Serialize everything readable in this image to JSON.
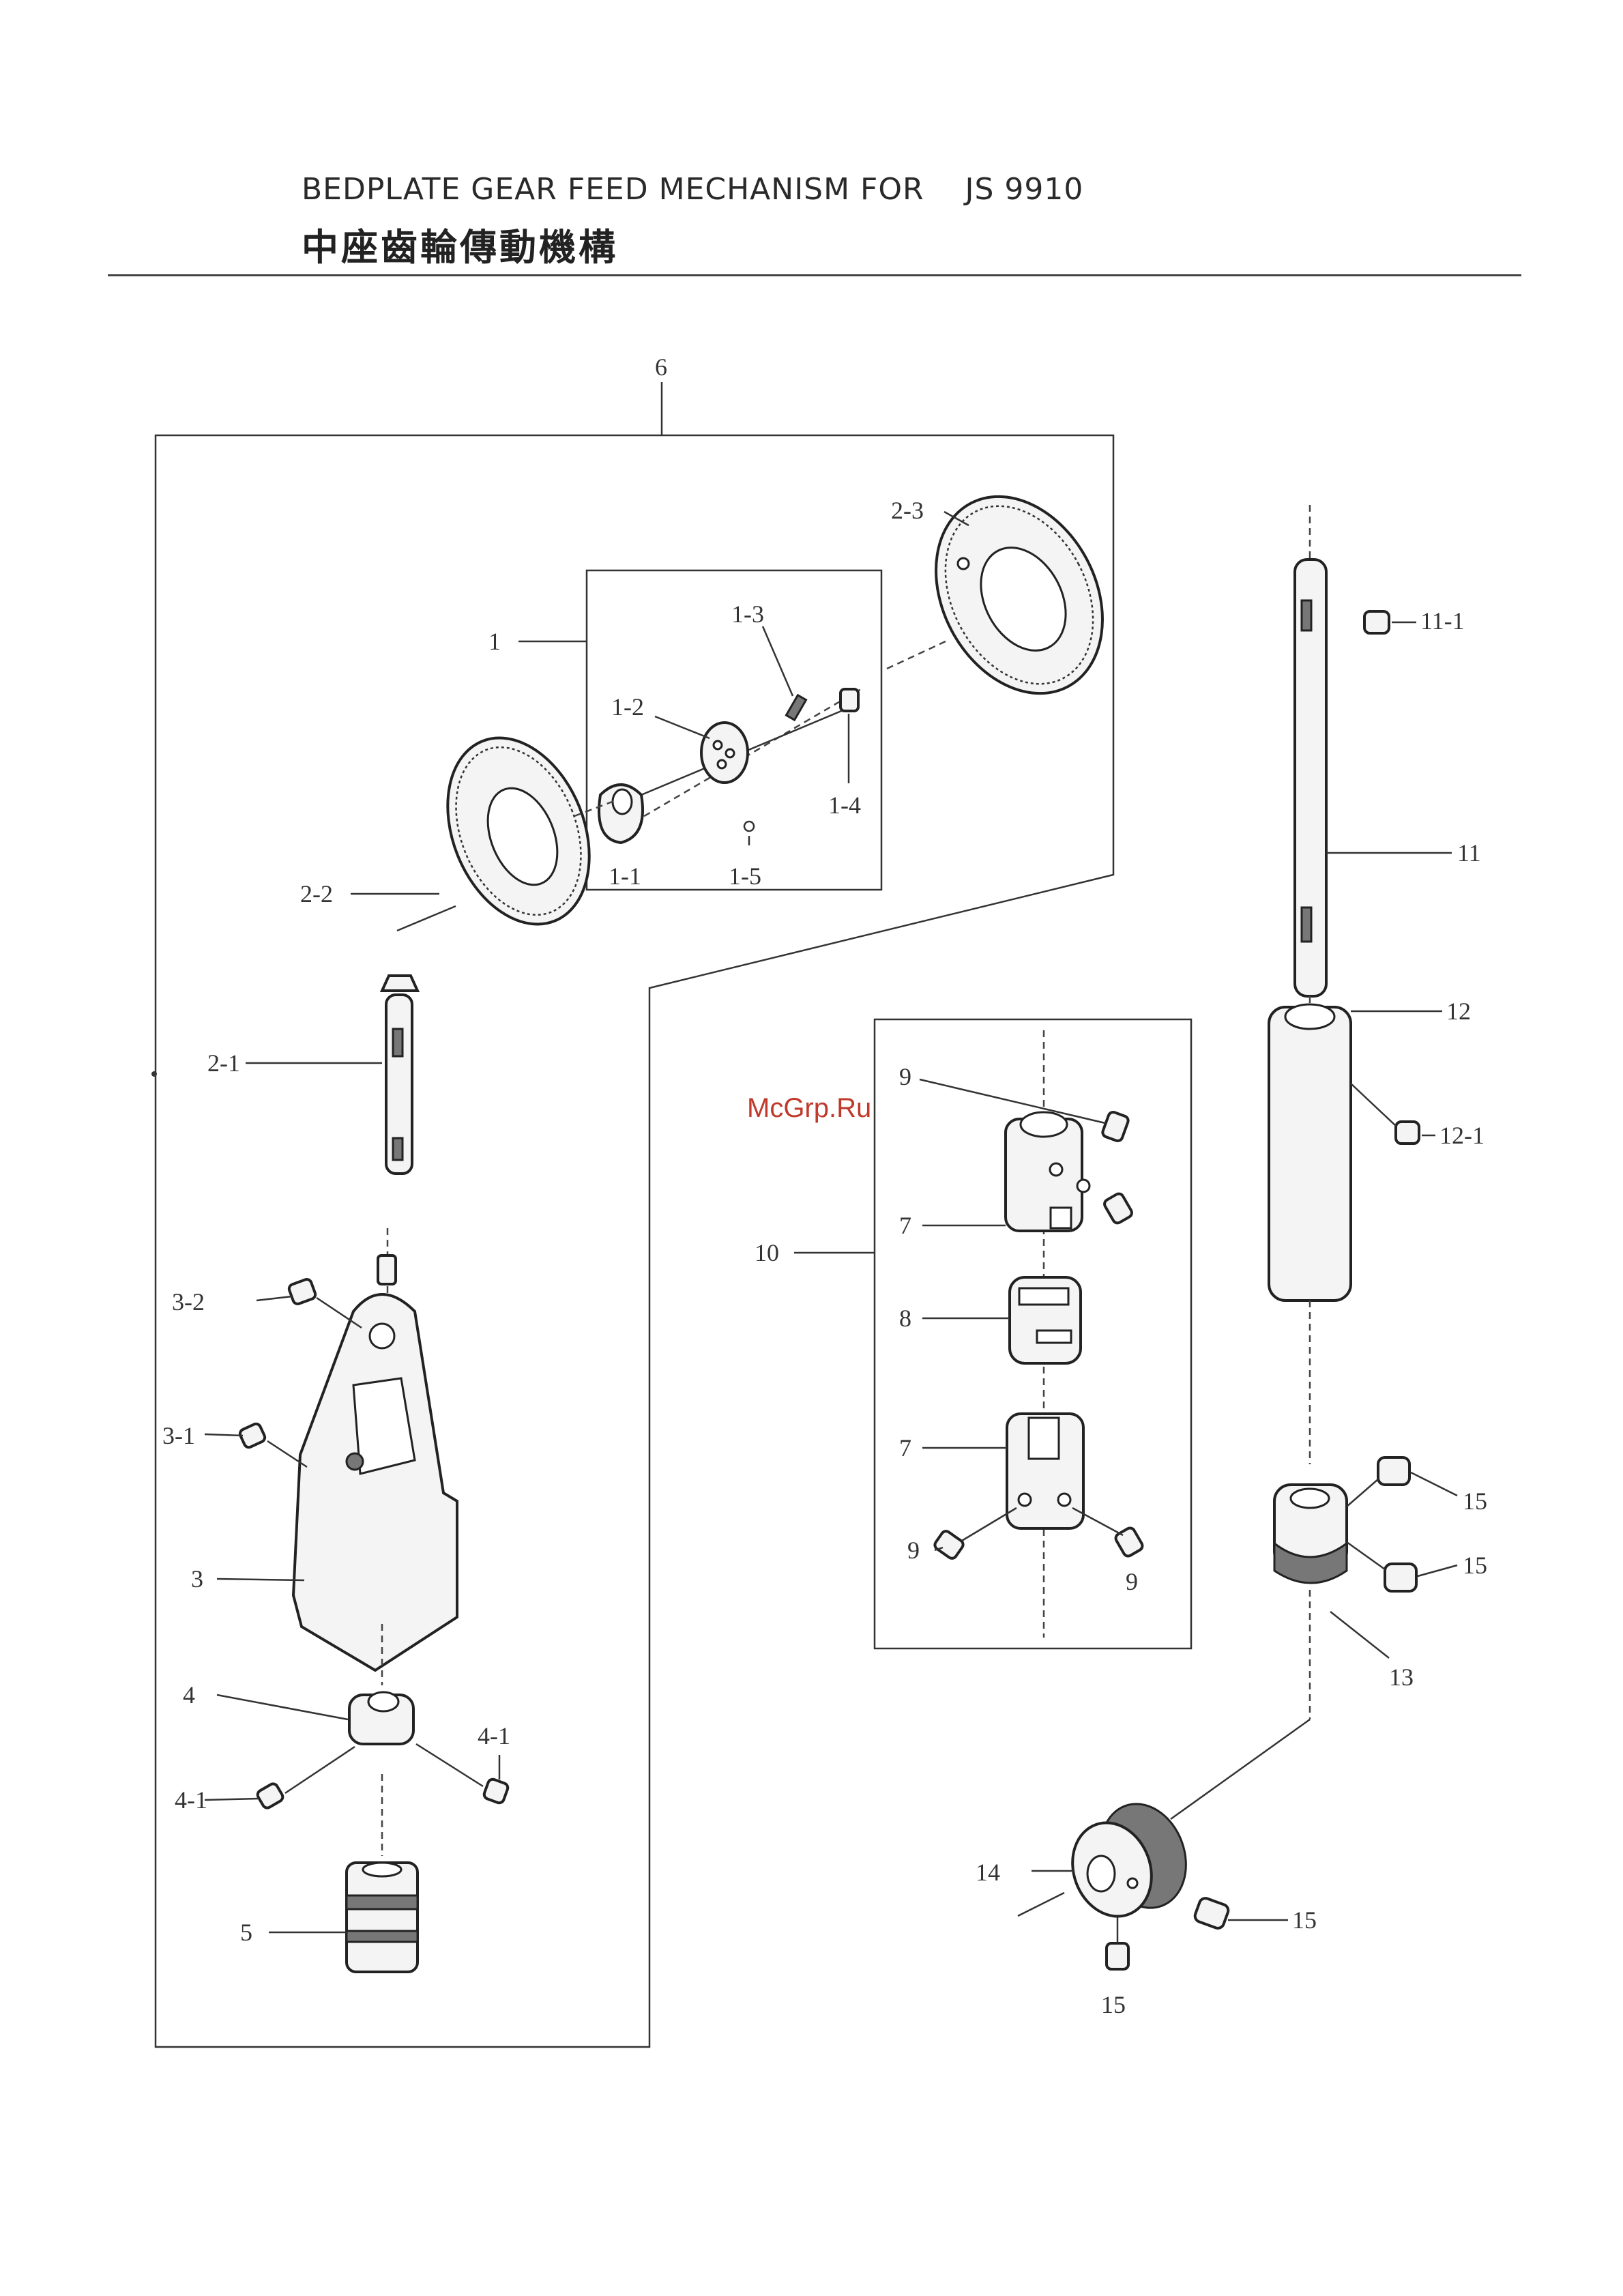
{
  "header": {
    "title_en": "BEDPLATE GEAR FEED MECHANISM FOR    JS 9910",
    "title_zh": "中座齒輪傳動機構"
  },
  "watermark": "McGrp.Ru",
  "callouts": [
    {
      "id": "c6",
      "label": "6"
    },
    {
      "id": "c1",
      "label": "1"
    },
    {
      "id": "c1-3",
      "label": "1-3"
    },
    {
      "id": "c1-2",
      "label": "1-2"
    },
    {
      "id": "c1-4",
      "label": "1-4"
    },
    {
      "id": "c1-1",
      "label": "1-1"
    },
    {
      "id": "c1-5",
      "label": "1-5"
    },
    {
      "id": "c2-3",
      "label": "2-3"
    },
    {
      "id": "c2-2",
      "label": "2-2"
    },
    {
      "id": "c2-1",
      "label": "2-1"
    },
    {
      "id": "c3-2",
      "label": "3-2"
    },
    {
      "id": "c3-1",
      "label": "3-1"
    },
    {
      "id": "c3",
      "label": "3"
    },
    {
      "id": "c4",
      "label": "4"
    },
    {
      "id": "c4-1a",
      "label": "4-1"
    },
    {
      "id": "c4-1b",
      "label": "4-1"
    },
    {
      "id": "c5",
      "label": "5"
    },
    {
      "id": "c9a",
      "label": "9"
    },
    {
      "id": "c7a",
      "label": "7"
    },
    {
      "id": "c10",
      "label": "10"
    },
    {
      "id": "c8",
      "label": "8"
    },
    {
      "id": "c7b",
      "label": "7"
    },
    {
      "id": "c9b",
      "label": "9"
    },
    {
      "id": "c9c",
      "label": "9"
    },
    {
      "id": "c11-1",
      "label": "11-1"
    },
    {
      "id": "c11",
      "label": "11"
    },
    {
      "id": "c12",
      "label": "12"
    },
    {
      "id": "c12-1",
      "label": "12-1"
    },
    {
      "id": "c15a",
      "label": "15"
    },
    {
      "id": "c15b",
      "label": "15"
    },
    {
      "id": "c13",
      "label": "13"
    },
    {
      "id": "c14",
      "label": "14"
    },
    {
      "id": "c15c",
      "label": "15"
    },
    {
      "id": "c15d",
      "label": "15"
    }
  ]
}
